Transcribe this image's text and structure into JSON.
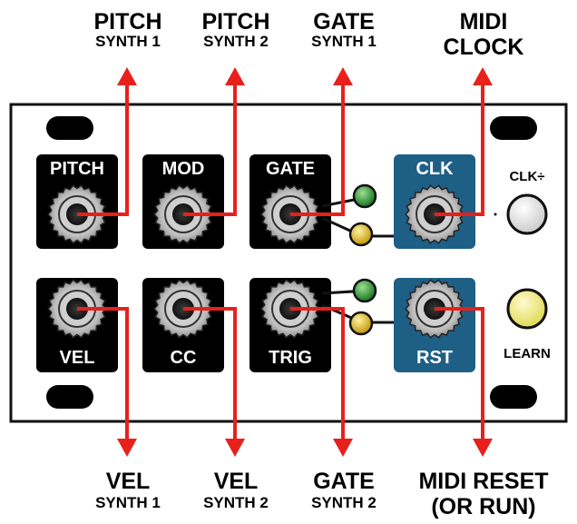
{
  "colors": {
    "arrow": "#e8201c",
    "cv_jack_bg": "#000000",
    "clock_jack_bg": "#1e5f86",
    "led_green": "#2e9a3a",
    "led_yellow": "#d8b21c",
    "learn_button": "#f5f08c",
    "panel_border": "#111111"
  },
  "top_labels": [
    {
      "title": "PITCH",
      "sub": "SYNTH 1"
    },
    {
      "title": "PITCH",
      "sub": "SYNTH 2"
    },
    {
      "title": "GATE",
      "sub": "SYNTH 1"
    },
    {
      "title": "MIDI",
      "sub": "CLOCK"
    }
  ],
  "bottom_labels": [
    {
      "title": "VEL",
      "sub": "SYNTH 1"
    },
    {
      "title": "VEL",
      "sub": "SYNTH 2"
    },
    {
      "title": "GATE",
      "sub": "SYNTH 2"
    },
    {
      "title": "MIDI RESET",
      "sub": "(OR RUN)"
    }
  ],
  "jacks": {
    "pitch": "PITCH",
    "mod": "MOD",
    "gate": "GATE",
    "clk": "CLK",
    "vel": "VEL",
    "cc": "CC",
    "trig": "TRIG",
    "rst": "RST"
  },
  "buttons": {
    "clk_div_label": "CLK÷",
    "learn_label": "LEARN"
  },
  "icons": [
    "jack-socket-icon",
    "led-icon",
    "arrow-icon",
    "mounting-slot-icon",
    "push-button-icon"
  ]
}
